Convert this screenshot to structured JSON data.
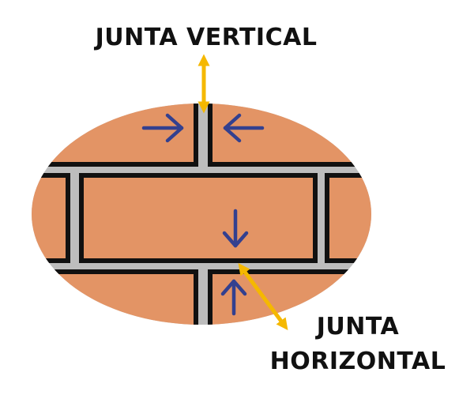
{
  "labels": {
    "vertical_joint": "JUNTA VERTICAL",
    "horizontal_joint_line1": "JUNTA",
    "horizontal_joint_line2": "HORIZONTAL"
  },
  "colors": {
    "brick": "#e39465",
    "mortar": "#bdbdbd",
    "outline": "#111111",
    "compression_arrow": "#33408f",
    "pointer_arrow": "#f5b800",
    "text": "#111111",
    "background": "#ffffff"
  },
  "icons": {
    "compression_arrows": "arrow-icon",
    "pointer_arrows": "double-arrow-icon"
  }
}
